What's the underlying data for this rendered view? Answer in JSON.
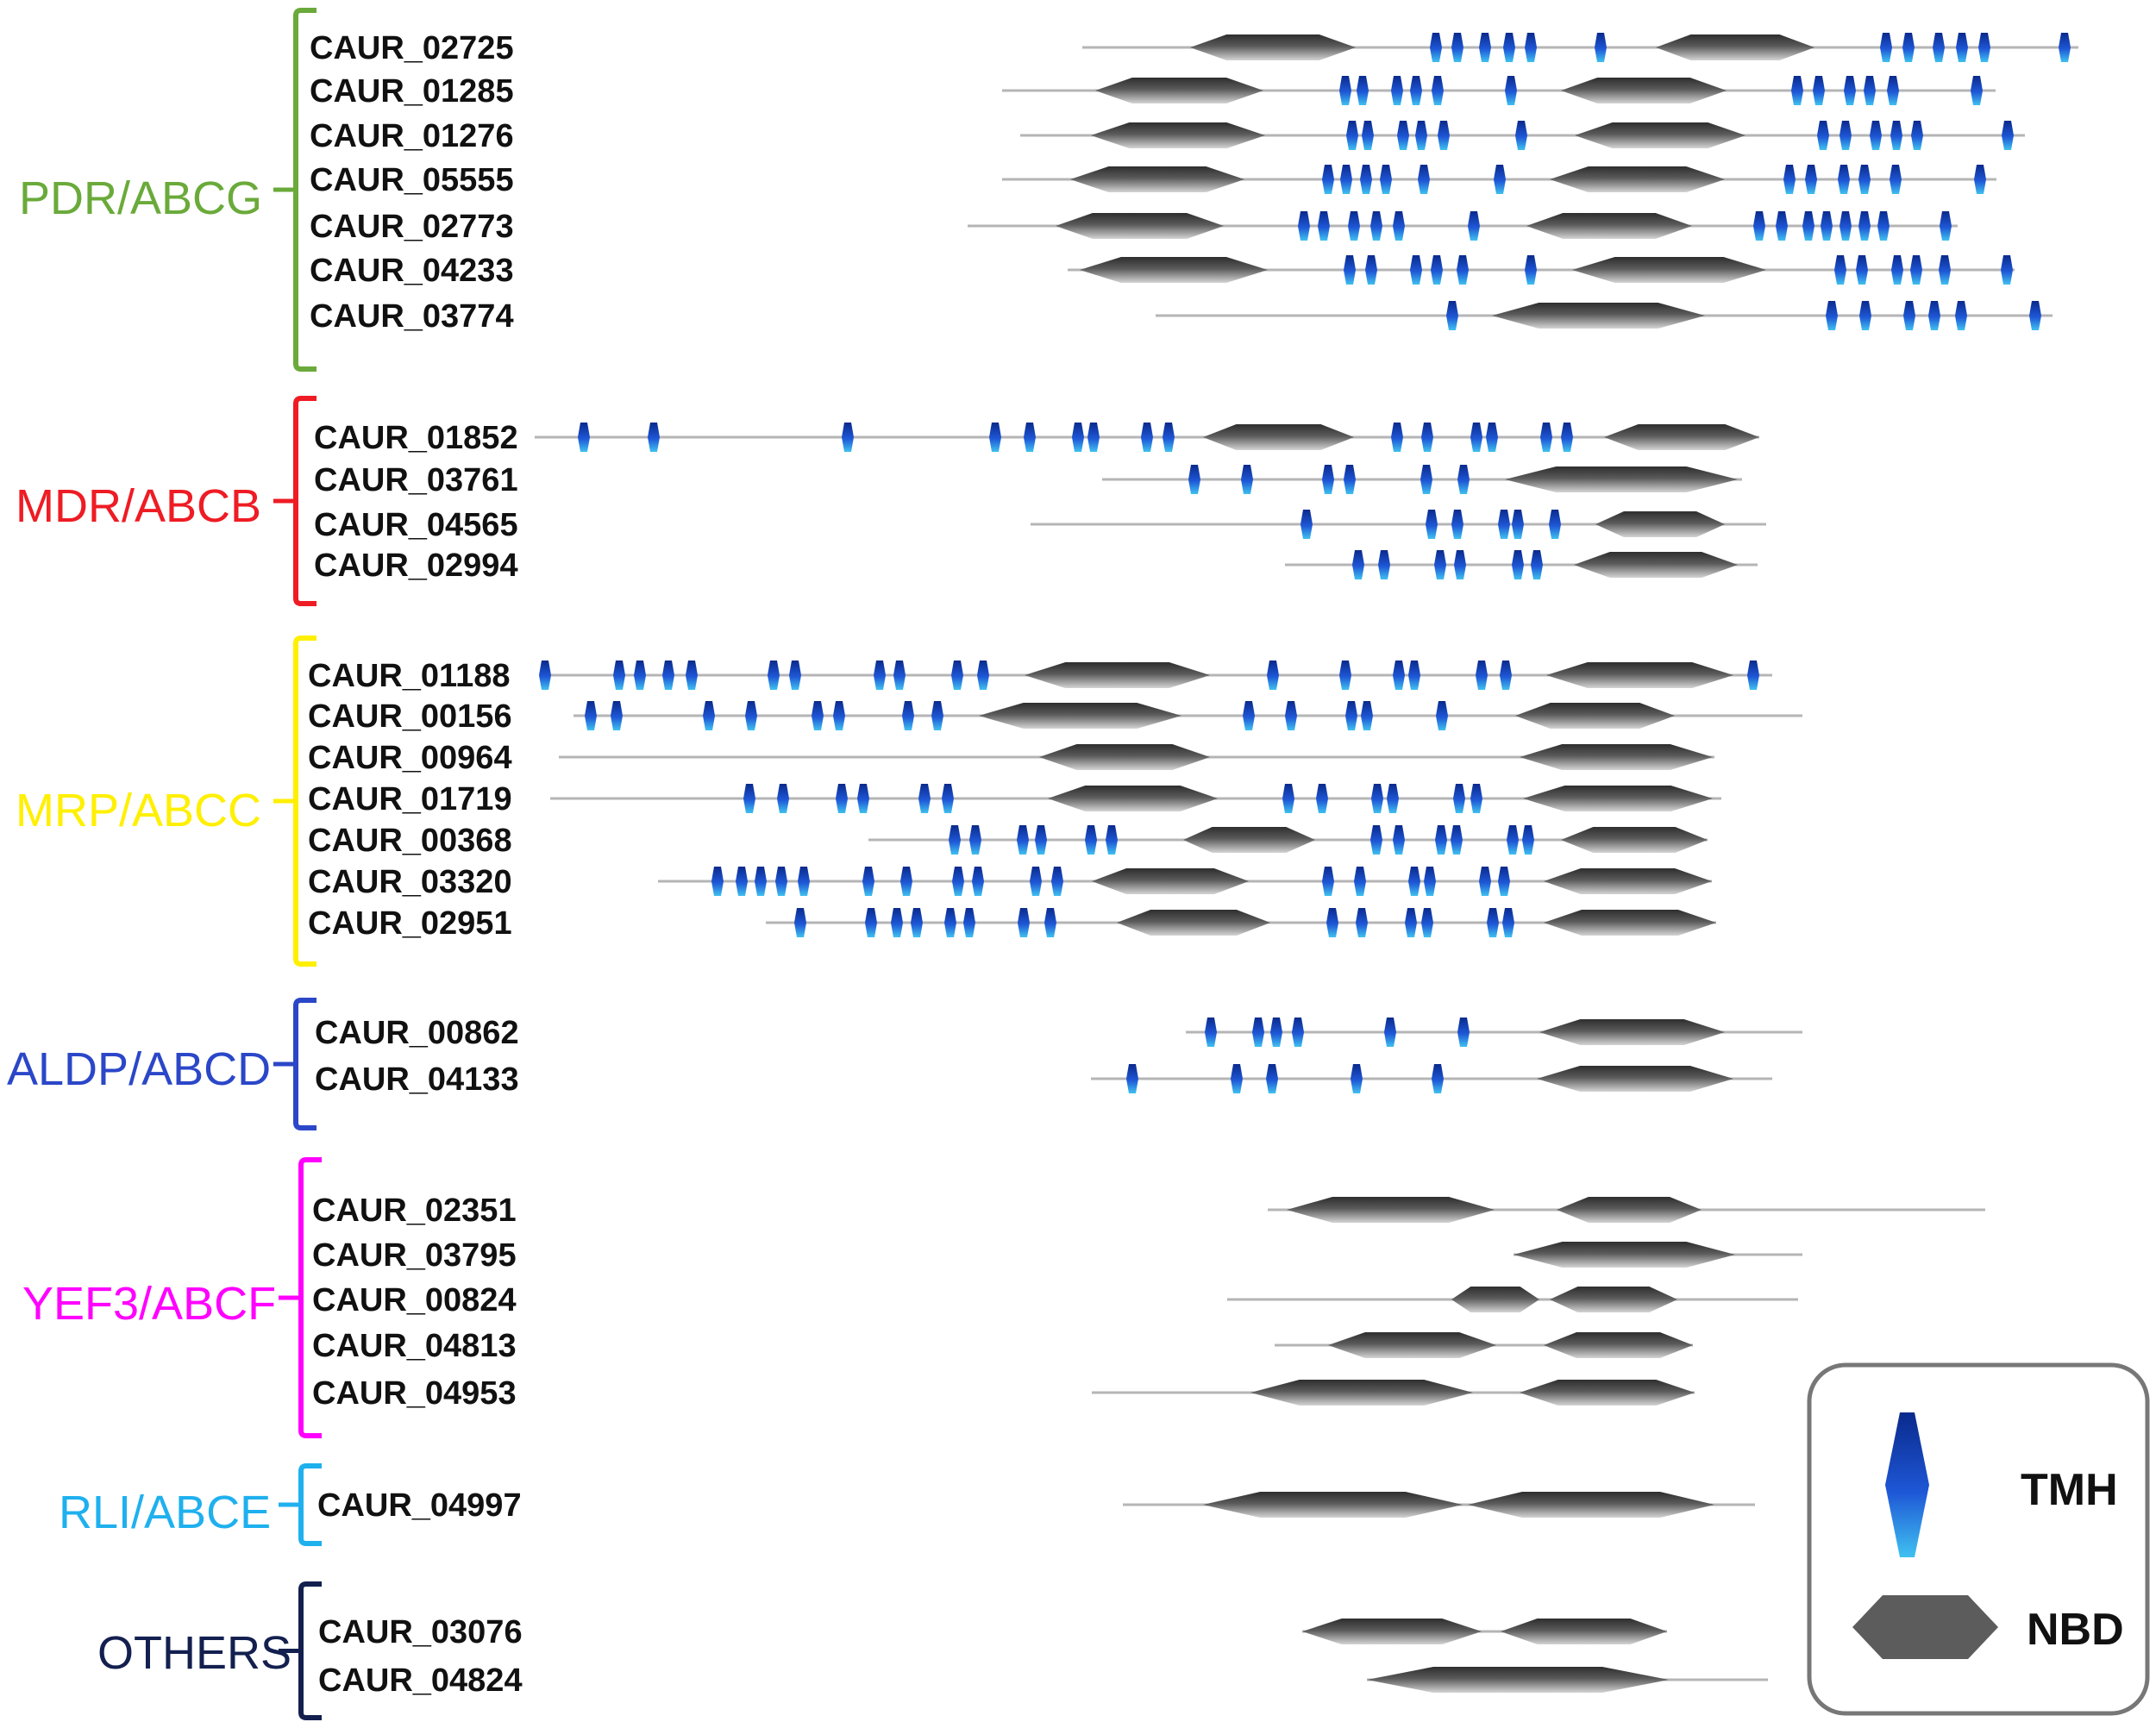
{
  "colors": {
    "tmh_dark": "#0a2a8c",
    "tmh_light": "#3fc1f0",
    "nbd_dark": "#2e2e2e",
    "nbd_light": "#d4d4d4",
    "backbone": "#b5b5b5",
    "legend_border": "#777777"
  },
  "legend": {
    "tmh_label": "TMH",
    "nbd_label": "NBD",
    "tmh_icon": "tmh-hexagon-icon",
    "nbd_icon": "nbd-hexagon-icon"
  },
  "families": [
    {
      "name": "PDR/ABCG",
      "color": "#6aaa3a",
      "genes": [
        {
          "id": "CAUR_02725",
          "line": [
            1255,
            2410
          ],
          "nbd": [
            [
              1380,
              1572
            ],
            [
              1920,
              2104
            ]
          ],
          "tmh": [
            1665,
            1690,
            1722,
            1750,
            1775,
            1856,
            2187,
            2213,
            2248,
            2275,
            2301,
            2394
          ]
        },
        {
          "id": "CAUR_01285",
          "line": [
            1162,
            2314
          ],
          "nbd": [
            [
              1270,
              1465
            ],
            [
              1810,
              2002
            ]
          ],
          "tmh": [
            1560,
            1580,
            1620,
            1642,
            1667,
            1752,
            2084,
            2109,
            2145,
            2168,
            2195,
            2292
          ]
        },
        {
          "id": "CAUR_01276",
          "line": [
            1183,
            2348
          ],
          "nbd": [
            [
              1265,
              1467
            ],
            [
              1826,
              2024
            ]
          ],
          "tmh": [
            1568,
            1586,
            1627,
            1648,
            1674,
            1764,
            2114,
            2140,
            2175,
            2199,
            2223,
            2328
          ]
        },
        {
          "id": "CAUR_05555",
          "line": [
            1162,
            2315
          ],
          "nbd": [
            [
              1241,
              1443
            ],
            [
              1797,
              2000
            ]
          ],
          "tmh": [
            1540,
            1561,
            1584,
            1607,
            1651,
            1739,
            2075,
            2100,
            2138,
            2162,
            2198,
            2296
          ]
        },
        {
          "id": "CAUR_02773",
          "line": [
            1122,
            2270
          ],
          "nbd": [
            [
              1224,
              1419
            ],
            [
              1770,
              1962
            ]
          ],
          "tmh": [
            1512,
            1535,
            1570,
            1596,
            1622,
            1709,
            2040,
            2066,
            2097,
            2118,
            2140,
            2162,
            2184,
            2256
          ]
        },
        {
          "id": "CAUR_04233",
          "line": [
            1238,
            2336
          ],
          "nbd": [
            [
              1252,
              1470
            ],
            [
              1823,
              2048
            ]
          ],
          "tmh": [
            1565,
            1590,
            1642,
            1666,
            1696,
            1775,
            2134,
            2159,
            2200,
            2222,
            2255,
            2327
          ]
        },
        {
          "id": "CAUR_03774",
          "line": [
            1340,
            2380
          ],
          "nbd": [
            [
              1730,
              1977
            ]
          ],
          "tmh": [
            1684,
            2124,
            2163,
            2214,
            2243,
            2274,
            2360
          ]
        }
      ]
    },
    {
      "name": "MDR/ABCB",
      "color": "#ee1c24",
      "genes": [
        {
          "id": "CAUR_01852",
          "line": [
            620,
            2040
          ],
          "nbd": [
            [
              1395,
              1570
            ],
            [
              1860,
              2040
            ]
          ],
          "tmh": [
            677,
            758,
            983,
            1154,
            1194,
            1250,
            1268,
            1330,
            1355,
            1620,
            1655,
            1712,
            1730,
            1793,
            1817
          ]
        },
        {
          "id": "CAUR_03761",
          "line": [
            1278,
            2020
          ],
          "nbd": [
            [
              1745,
              2015
            ]
          ],
          "tmh": [
            1385,
            1446,
            1540,
            1565,
            1654,
            1697
          ]
        },
        {
          "id": "CAUR_04565",
          "line": [
            1195,
            2048
          ],
          "nbd": [
            [
              1850,
              2000
            ]
          ],
          "tmh": [
            1515,
            1660,
            1690,
            1744,
            1760,
            1803
          ]
        },
        {
          "id": "CAUR_02994",
          "line": [
            1490,
            2038
          ],
          "nbd": [
            [
              1825,
              2015
            ]
          ],
          "tmh": [
            1575,
            1605,
            1670,
            1693,
            1760,
            1782
          ]
        }
      ]
    },
    {
      "name": "MRP/ABCC",
      "color": "#ffef00",
      "genes": [
        {
          "id": "CAUR_01188",
          "line": [
            630,
            2055
          ],
          "nbd": [
            [
              1188,
              1403
            ],
            [
              1793,
              2010
            ]
          ],
          "tmh": [
            632,
            718,
            742,
            775,
            802,
            897,
            922,
            1020,
            1043,
            1110,
            1140,
            1476,
            1560,
            1622,
            1640,
            1718,
            1746,
            2033
          ]
        },
        {
          "id": "CAUR_00156",
          "line": [
            665,
            2090
          ],
          "nbd": [
            [
              1135,
              1370
            ],
            [
              1757,
              1942
            ]
          ],
          "tmh": [
            685,
            715,
            822,
            871,
            948,
            973,
            1053,
            1087,
            1448,
            1497,
            1567,
            1585,
            1672
          ]
        },
        {
          "id": "CAUR_00964",
          "line": [
            648,
            1988
          ],
          "nbd": [
            [
              1205,
              1403
            ],
            [
              1762,
              1986
            ]
          ],
          "tmh": []
        },
        {
          "id": "CAUR_01719",
          "line": [
            638,
            1996
          ],
          "nbd": [
            [
              1215,
              1412
            ],
            [
              1766,
              1986
            ]
          ],
          "tmh": [
            869,
            908,
            976,
            1001,
            1072,
            1099,
            1494,
            1533,
            1597,
            1615,
            1692,
            1712
          ]
        },
        {
          "id": "CAUR_00368",
          "line": [
            1007,
            1980
          ],
          "nbd": [
            [
              1372,
              1525
            ],
            [
              1810,
              1980
            ]
          ],
          "tmh": [
            1107,
            1131,
            1186,
            1207,
            1265,
            1289,
            1596,
            1622,
            1671,
            1689,
            1754,
            1772
          ]
        },
        {
          "id": "CAUR_03320",
          "line": [
            763,
            1985
          ],
          "nbd": [
            [
              1266,
              1448
            ],
            [
              1790,
              1985
            ]
          ],
          "tmh": [
            832,
            860,
            882,
            906,
            932,
            1007,
            1051,
            1111,
            1134,
            1201,
            1226,
            1540,
            1577,
            1640,
            1658,
            1722,
            1744
          ]
        },
        {
          "id": "CAUR_02951",
          "line": [
            888,
            1990
          ],
          "nbd": [
            [
              1295,
              1473
            ],
            [
              1790,
              1990
            ]
          ],
          "tmh": [
            928,
            1010,
            1040,
            1063,
            1102,
            1124,
            1187,
            1218,
            1545,
            1579,
            1636,
            1655,
            1731,
            1749
          ]
        }
      ]
    },
    {
      "name": "ALDP/ABCD",
      "color": "#2b47c8",
      "genes": [
        {
          "id": "CAUR_00862",
          "line": [
            1375,
            2090
          ],
          "nbd": [
            [
              1785,
              2000
            ]
          ],
          "tmh": [
            1404,
            1459,
            1480,
            1505,
            1612,
            1697
          ]
        },
        {
          "id": "CAUR_04133",
          "line": [
            1265,
            2055
          ],
          "nbd": [
            [
              1782,
              2010
            ]
          ],
          "tmh": [
            1313,
            1434,
            1475,
            1573,
            1667
          ]
        }
      ]
    },
    {
      "name": "YEF3/ABCF",
      "color": "#ff00ff",
      "genes": [
        {
          "id": "CAUR_02351",
          "line": [
            1470,
            2302
          ],
          "nbd": [
            [
              1492,
              1733
            ],
            [
              1805,
              1973
            ]
          ],
          "tmh": []
        },
        {
          "id": "CAUR_03795",
          "line": [
            1755,
            2090
          ],
          "nbd": [
            [
              1755,
              2012
            ]
          ],
          "tmh": []
        },
        {
          "id": "CAUR_00824",
          "line": [
            1423,
            2085
          ],
          "nbd": [
            [
              1683,
              1785
            ],
            [
              1797,
              1945
            ]
          ],
          "tmh": []
        },
        {
          "id": "CAUR_04813",
          "line": [
            1478,
            1963
          ],
          "nbd": [
            [
              1540,
              1735
            ],
            [
              1790,
              1963
            ]
          ],
          "tmh": []
        },
        {
          "id": "CAUR_04953",
          "line": [
            1266,
            1965
          ],
          "nbd": [
            [
              1450,
              1708
            ],
            [
              1762,
              1965
            ]
          ],
          "tmh": []
        }
      ]
    },
    {
      "name": "RLI/ABCE",
      "color": "#1fb0ee",
      "genes": [
        {
          "id": "CAUR_04997",
          "line": [
            1302,
            2035
          ],
          "nbd": [
            [
              1395,
              1696
            ],
            [
              1702,
              1988
            ]
          ],
          "tmh": []
        }
      ]
    },
    {
      "name": "OTHERS",
      "color": "#13204f",
      "genes": [
        {
          "id": "CAUR_03076",
          "line": [
            1510,
            1933
          ],
          "nbd": [
            [
              1510,
              1718
            ],
            [
              1740,
              1933
            ]
          ],
          "tmh": []
        },
        {
          "id": "CAUR_04824",
          "line": [
            1585,
            2050
          ],
          "nbd": [
            [
              1585,
              1935
            ]
          ],
          "tmh": []
        }
      ]
    }
  ]
}
